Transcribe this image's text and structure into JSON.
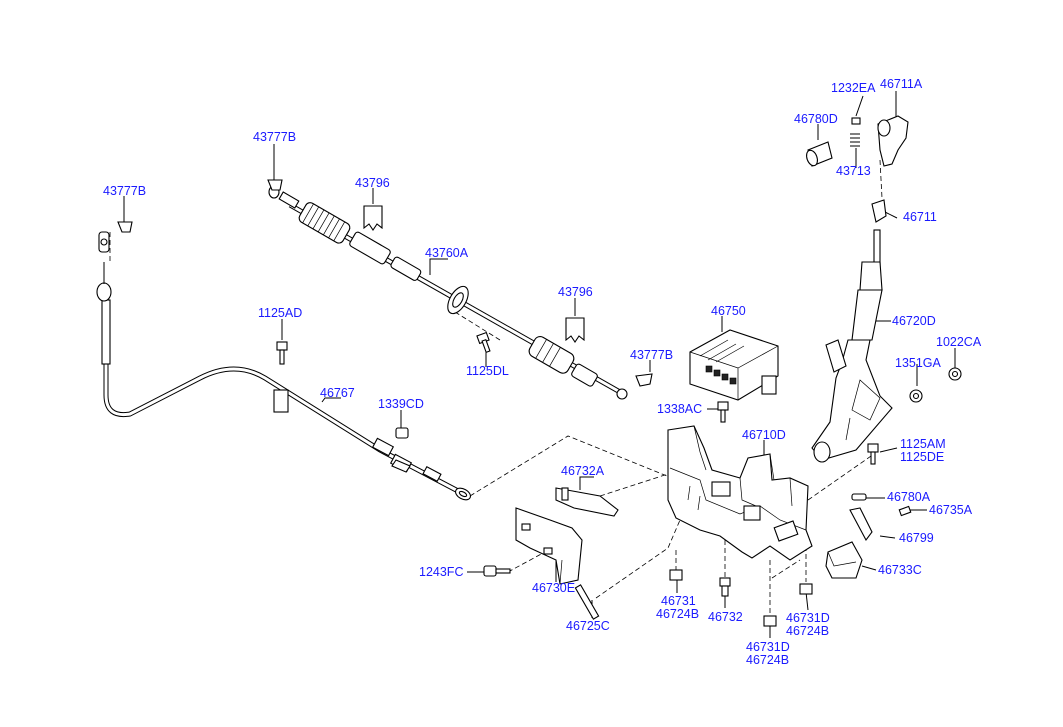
{
  "diagram": {
    "labels": {
      "p43777B_top": "43777B",
      "p43777B_left": "43777B",
      "p43796_a": "43796",
      "p43760A": "43760A",
      "p43796_b": "43796",
      "p43777B_right": "43777B",
      "p1125AD": "1125AD",
      "p1125DL": "1125DL",
      "p46767": "46767",
      "p1339CD": "1339CD",
      "p46750": "46750",
      "p1338AC": "1338AC",
      "p46710D": "46710D",
      "p46732A": "46732A",
      "p1232EA": "1232EA",
      "p46711A": "46711A",
      "p46780D": "46780D",
      "p43713": "43713",
      "p46711": "46711",
      "p46720D": "46720D",
      "p1022CA": "1022CA",
      "p1351GA": "1351GA",
      "p1125AM": "1125AM",
      "p1125DE": "1125DE",
      "p46780A": "46780A",
      "p46735A": "46735A",
      "p46799": "46799",
      "p46733C": "46733C",
      "p1243FC": "1243FC",
      "p46730E": "46730E",
      "p46725C": "46725C",
      "p46731_a": "46731",
      "p46724B_a": "46724B",
      "p46732": "46732",
      "p46731D_a": "46731D",
      "p46724B_b": "46724B",
      "p46731D_b": "46731D",
      "p46724B_c": "46724B"
    },
    "colors": {
      "label": "#1a1aff",
      "line": "#000000",
      "background": "#ffffff"
    }
  }
}
